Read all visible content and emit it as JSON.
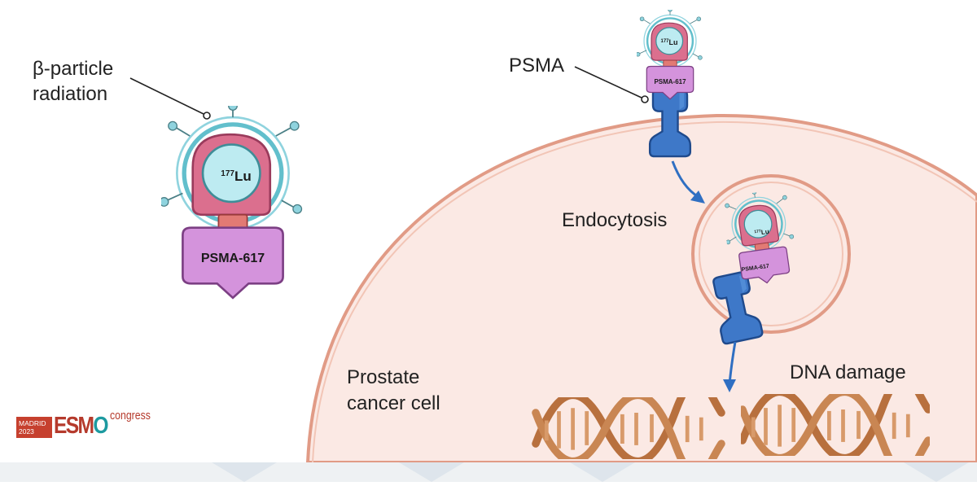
{
  "labels": {
    "beta_line1": "β-particle",
    "beta_line2": "radiation",
    "psma": "PSMA",
    "endocytosis": "Endocytosis",
    "prostate_line1": "Prostate",
    "prostate_line2": "cancer cell",
    "dna_damage": "DNA damage"
  },
  "molecule": {
    "isotope_mass": "177",
    "isotope_symbol": "Lu",
    "ligand": "PSMA-617"
  },
  "logo": {
    "city": "MADRID",
    "year": "2023",
    "brand_main": "ESM",
    "brand_o": "O",
    "brand_suffix": "congress"
  },
  "colors": {
    "cell_fill": "#fbe9e4",
    "cell_border": "#e19b86",
    "psma_blue": "#3e78c8",
    "ligand_purple": "#d493dc",
    "chelator_pink": "#db6f8e",
    "lu_cyan": "#bdebf1",
    "dna_brown": "#c07a4a"
  }
}
